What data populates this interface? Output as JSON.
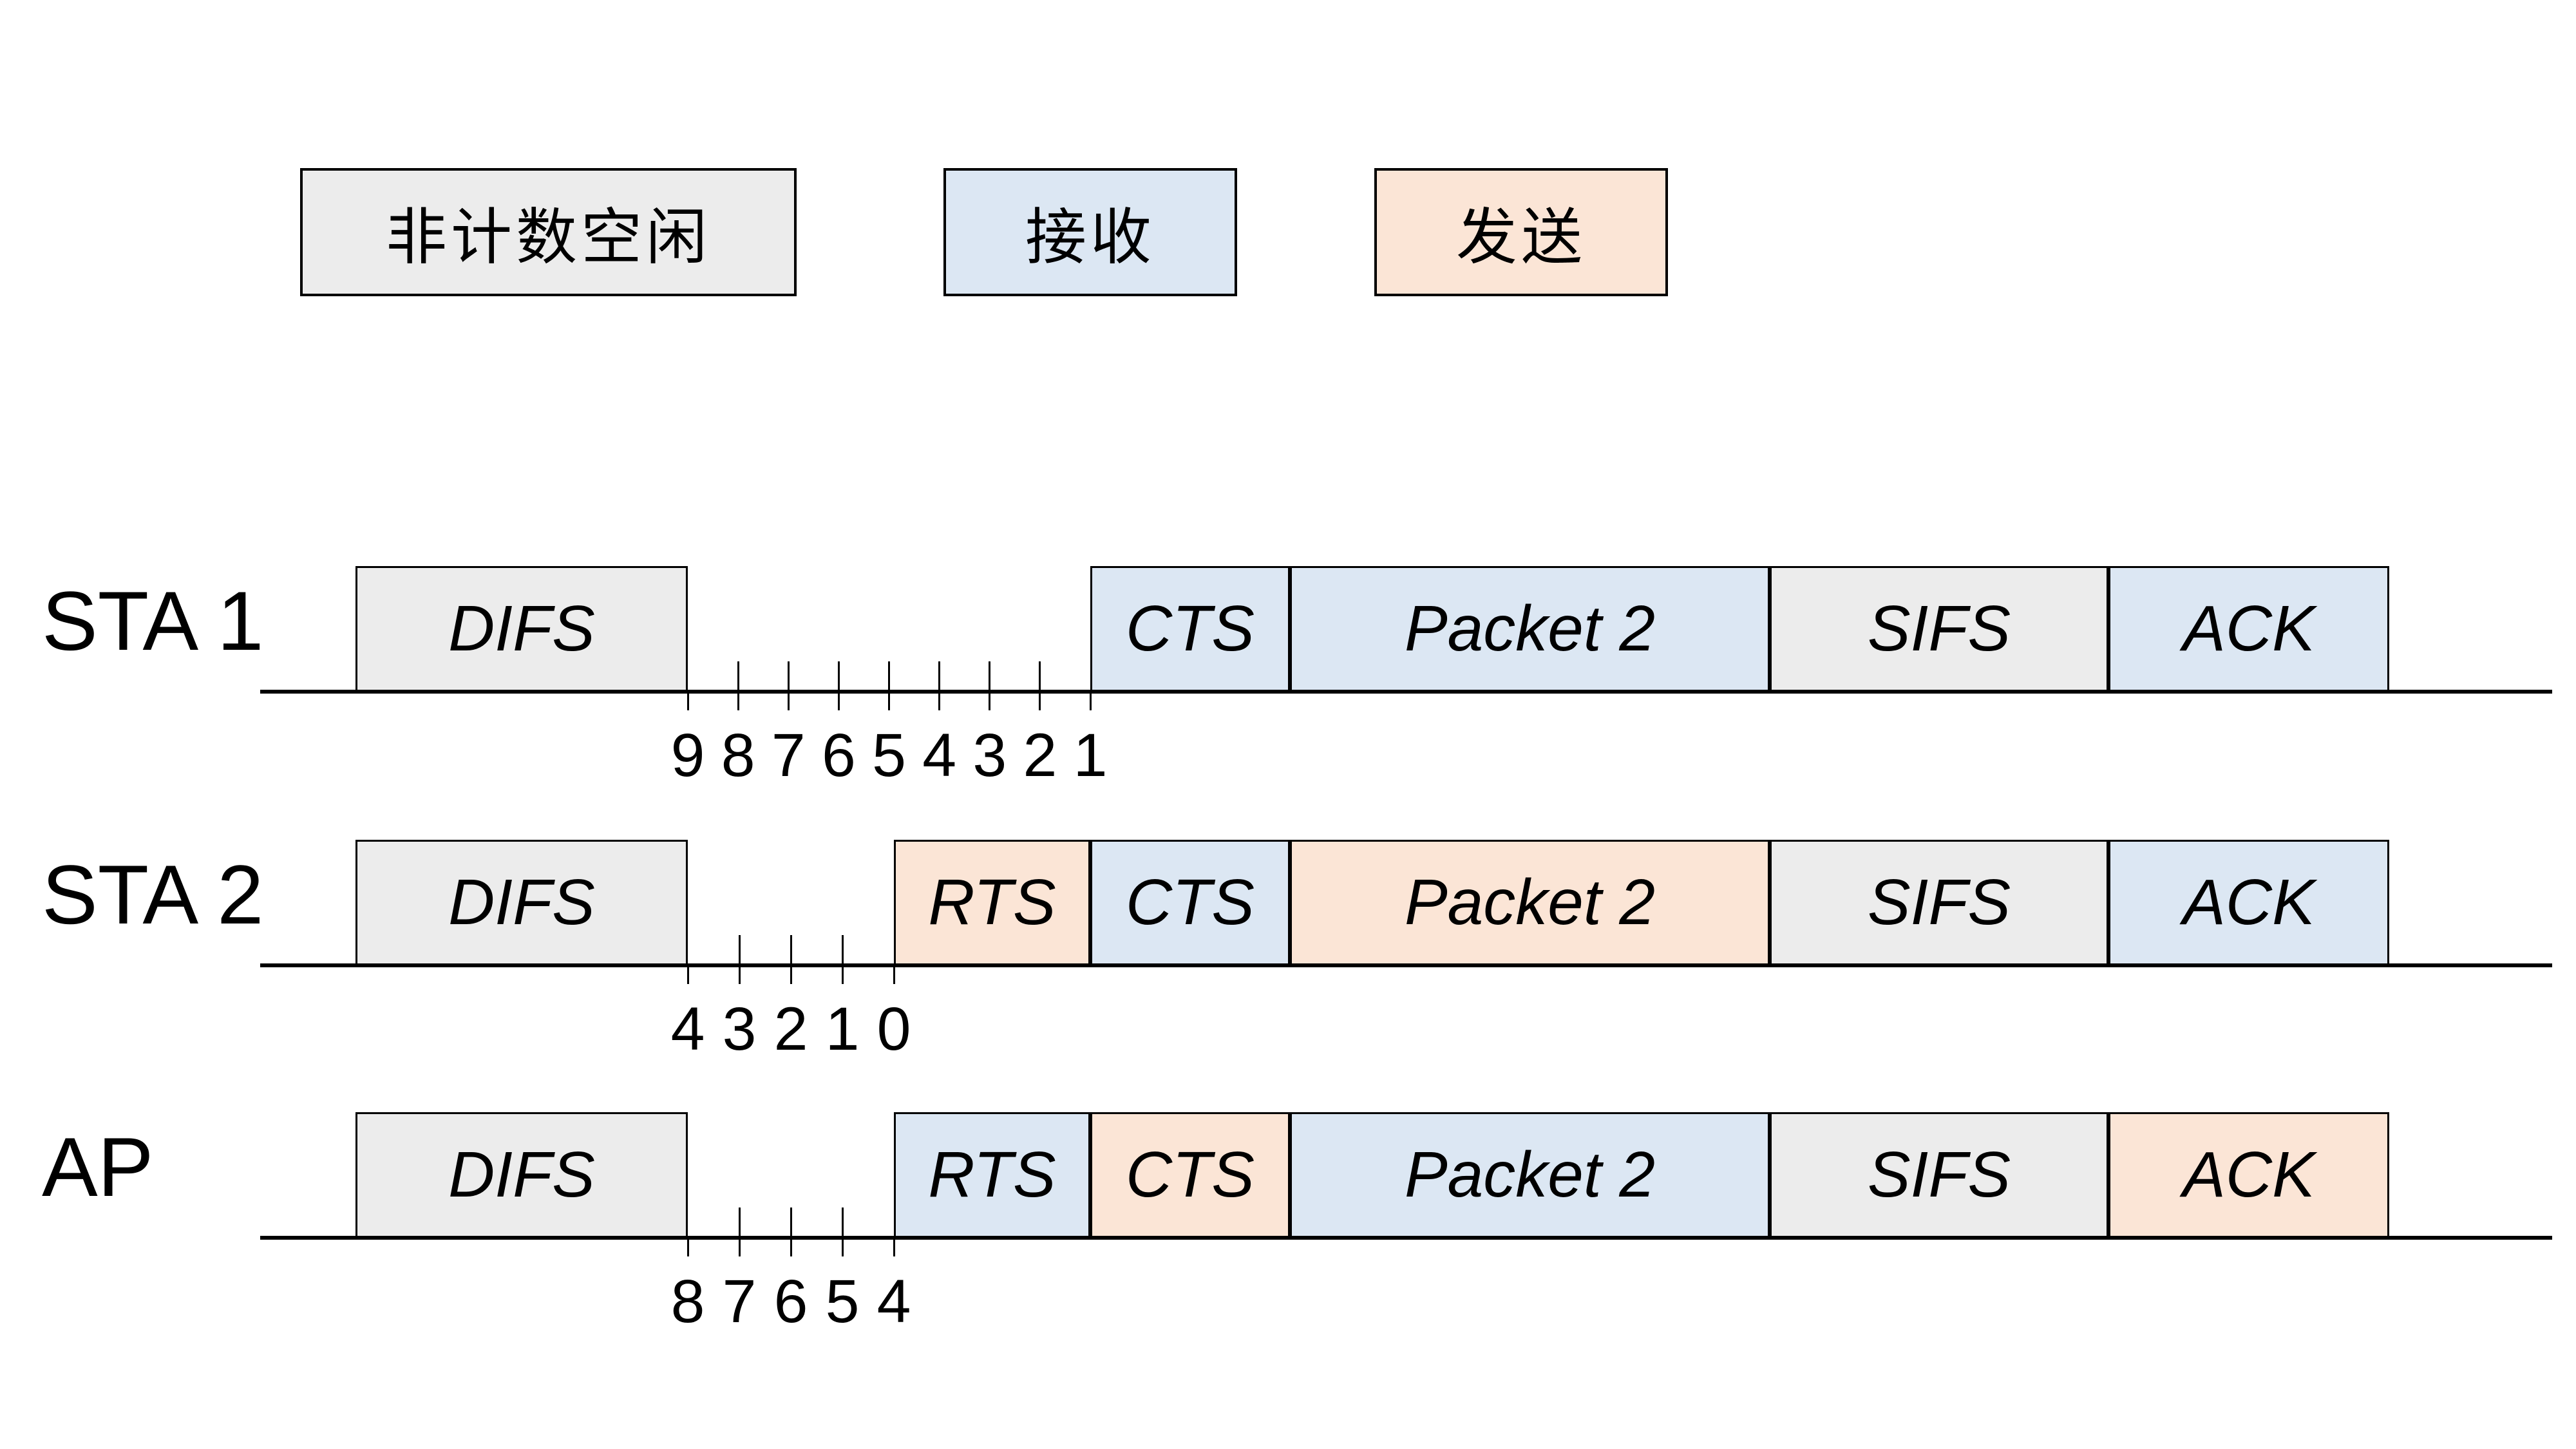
{
  "colors": {
    "idle": "#ececec",
    "receive": "#dce7f3",
    "send": "#fbe5d6",
    "outline": "#000000",
    "background": "#ffffff"
  },
  "legend": {
    "items": [
      {
        "label": "非计数空闲",
        "state": "idle"
      },
      {
        "label": "接收",
        "state": "receive"
      },
      {
        "label": "发送",
        "state": "send"
      }
    ]
  },
  "rows": [
    {
      "key": "sta-1",
      "label": "STA 1",
      "countdown": [
        "9",
        "8",
        "7",
        "6",
        "5",
        "4",
        "3",
        "2",
        "1"
      ],
      "segments": [
        {
          "label": "DIFS",
          "state": "idle"
        },
        {
          "label": "CTS",
          "state": "receive"
        },
        {
          "label": "Packet 2",
          "state": "receive"
        },
        {
          "label": "SIFS",
          "state": "idle"
        },
        {
          "label": "ACK",
          "state": "receive"
        }
      ]
    },
    {
      "key": "sta-2",
      "label": "STA 2",
      "countdown": [
        "4",
        "3",
        "2",
        "1",
        "0"
      ],
      "segments": [
        {
          "label": "DIFS",
          "state": "idle"
        },
        {
          "label": "RTS",
          "state": "send"
        },
        {
          "label": "CTS",
          "state": "receive"
        },
        {
          "label": "Packet 2",
          "state": "send"
        },
        {
          "label": "SIFS",
          "state": "idle"
        },
        {
          "label": "ACK",
          "state": "receive"
        }
      ]
    },
    {
      "key": "ap",
      "label": "AP",
      "countdown": [
        "8",
        "7",
        "6",
        "5",
        "4"
      ],
      "segments": [
        {
          "label": "DIFS",
          "state": "idle"
        },
        {
          "label": "RTS",
          "state": "receive"
        },
        {
          "label": "CTS",
          "state": "send"
        },
        {
          "label": "Packet 2",
          "state": "receive"
        },
        {
          "label": "SIFS",
          "state": "idle"
        },
        {
          "label": "ACK",
          "state": "send"
        }
      ]
    }
  ]
}
